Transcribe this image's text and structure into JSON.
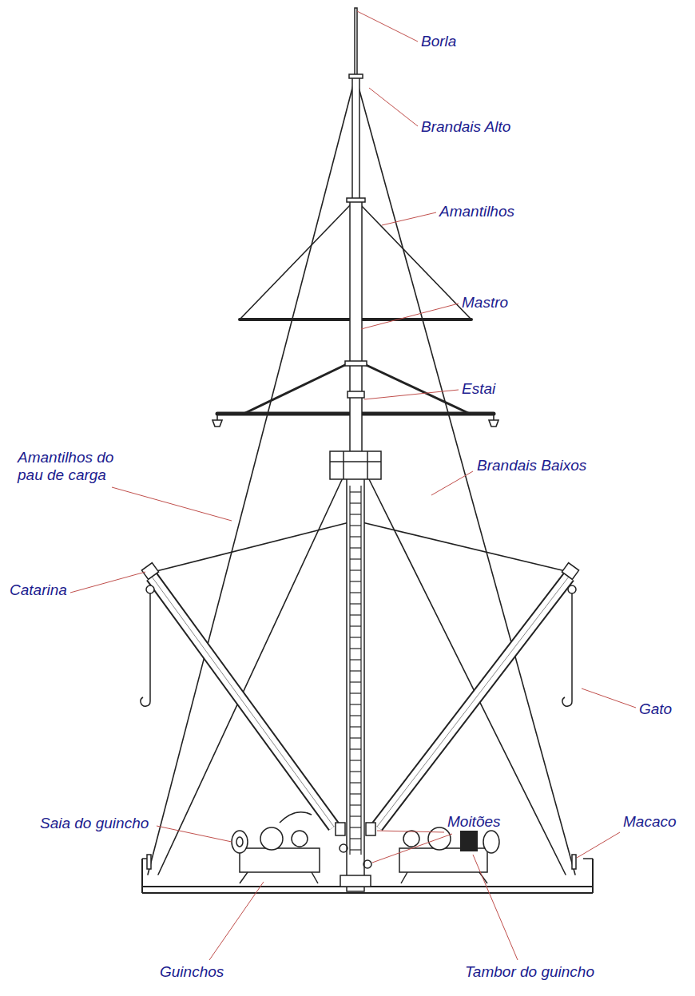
{
  "diagram": {
    "labels": [
      "Borla",
      "Brandais Alto",
      "Amantilhos",
      "Mastro",
      "Estai",
      "Brandais Baixos",
      "Amantilhos do pau de carga",
      "Catarina",
      "Gato",
      "Saia do guincho",
      "Moitões",
      "Macaco",
      "Guinchos",
      "Tambor do guincho"
    ]
  }
}
